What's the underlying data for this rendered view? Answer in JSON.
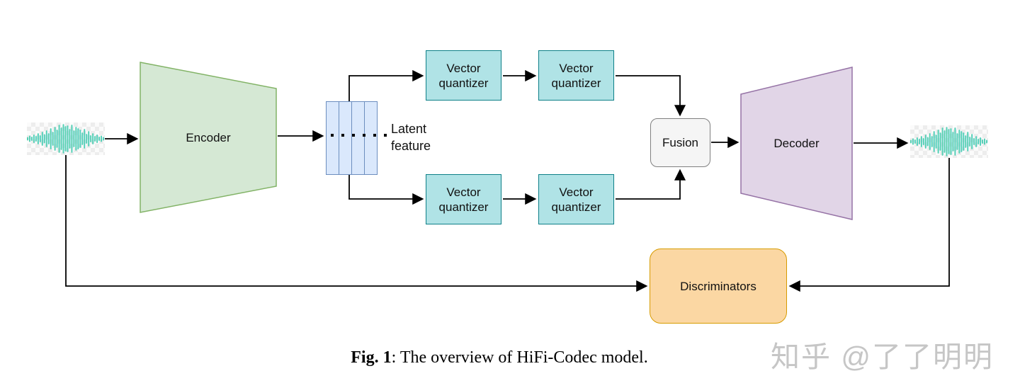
{
  "diagram": {
    "encoder_label": "Encoder",
    "decoder_label": "Decoder",
    "fusion_label": "Fusion",
    "discriminators_label": "Discriminators",
    "vq_label": "Vector quantizer",
    "latent_label_line1": "Latent",
    "latent_label_line2": "feature"
  },
  "caption": {
    "fig_label": "Fig. 1",
    "rest": ": The overview of HiFi-Codec model."
  },
  "watermark": {
    "text": "知乎 @了了明明"
  },
  "colors": {
    "encoder_fill": "#d5e8d4",
    "encoder_stroke": "#82b366",
    "decoder_fill": "#e1d5e7",
    "decoder_stroke": "#9673a6",
    "latent_fill": "#dae8fc",
    "latent_stroke": "#6c8ebf",
    "vq_fill": "#b0e3e6",
    "vq_stroke": "#0e8088",
    "fusion_fill": "#f5f5f5",
    "fusion_stroke": "#808080",
    "disc_fill": "#fbd7a3",
    "disc_stroke": "#d79b00",
    "arrow": "#000000",
    "waveform_teal": "#49c5b1",
    "waveform_green": "#62d69a",
    "waveform_cyan": "#43c8dd"
  }
}
